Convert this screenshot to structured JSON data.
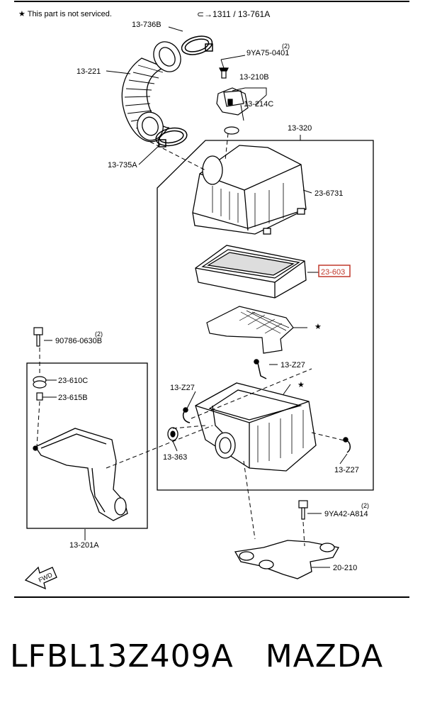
{
  "notice": "★ This part is not serviced.",
  "ref_top": "⊂→1311 / 13-761A",
  "labels": {
    "p13_736B": "13-736B",
    "p13_221": "13-221",
    "p9YA75": "9YA75-0401",
    "p9YA75_qty": "(2)",
    "p13_210B": "13-210B",
    "p13_214C": "13-214C",
    "p13_320": "13-320",
    "p13_735A": "13-735A",
    "p23_6731": "23-6731",
    "p23_603": "23-603",
    "p90786": "90786-0630B",
    "p90786_qty": "(2)",
    "p13_Z27_a": "13-Z27",
    "p13_Z27_b": "13-Z27",
    "p13_Z27_c": "13-Z27",
    "p23_610C": "23-610C",
    "p23_615B": "23-615B",
    "p13_363": "13-363",
    "p9YA42": "9YA42-A814",
    "p9YA42_qty": "(2)",
    "p13_201A": "13-201A",
    "p20_210": "20-210",
    "fwd": "FWD",
    "star": "★"
  },
  "footer": "LFBL13Z409A   MAZDA",
  "colors": {
    "highlight": "#c0392b",
    "line": "#000000"
  }
}
